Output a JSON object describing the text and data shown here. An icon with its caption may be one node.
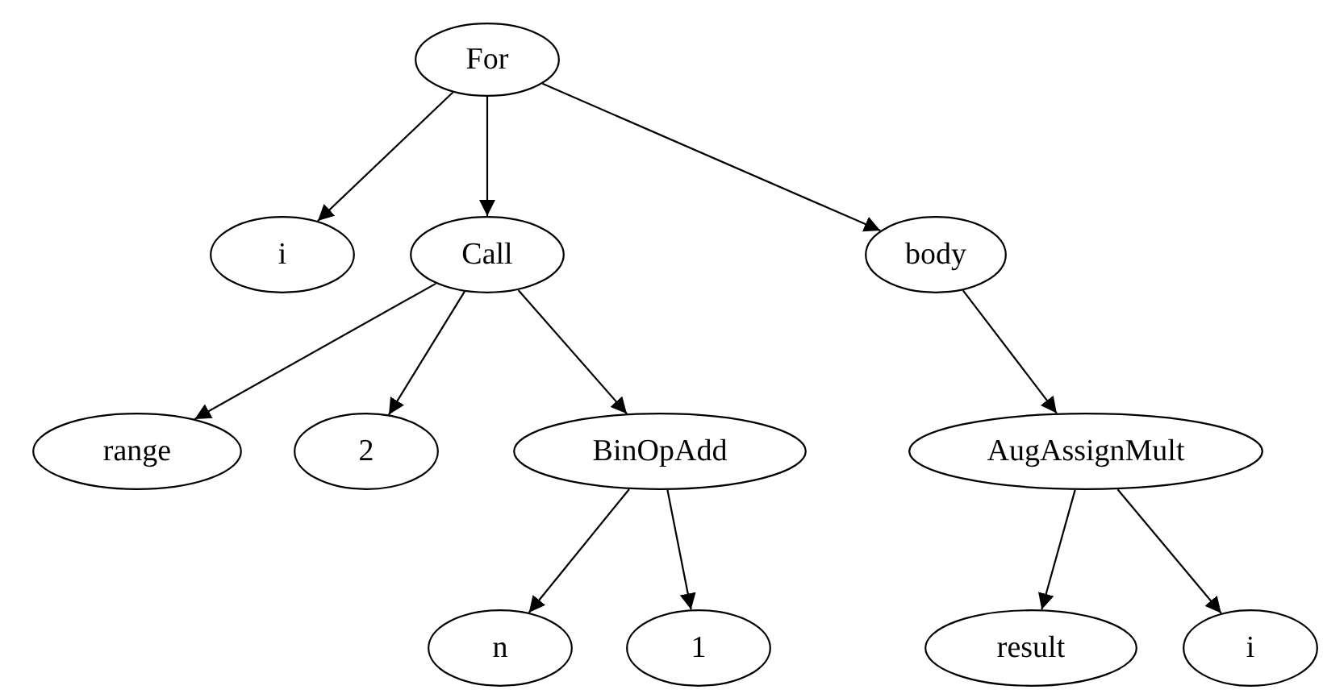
{
  "diagram": {
    "nodes": [
      {
        "text": [
          "For"
        ]
      },
      {
        "text": [
          "i"
        ]
      },
      {
        "text": [
          "Call"
        ]
      },
      {
        "text": [
          "body"
        ]
      },
      {
        "text": [
          "range"
        ]
      },
      {
        "text": [
          "2"
        ]
      },
      {
        "text": [
          "BinOpAdd"
        ]
      },
      {
        "text": [
          "AugAssignMult"
        ]
      },
      {
        "text": [
          "n"
        ]
      },
      {
        "text": [
          "1"
        ]
      },
      {
        "text": [
          "result"
        ]
      },
      {
        "text": [
          "i"
        ]
      }
    ],
    "edges": [
      {
        "from": 0,
        "to": 1,
        "arrow": "to"
      },
      {
        "from": 0,
        "to": 2,
        "arrow": "to"
      },
      {
        "from": 0,
        "to": 3,
        "arrow": "to"
      },
      {
        "from": 2,
        "to": 4,
        "arrow": "to"
      },
      {
        "from": 2,
        "to": 5,
        "arrow": "to"
      },
      {
        "from": 2,
        "to": 6,
        "arrow": "to"
      },
      {
        "from": 3,
        "to": 7,
        "arrow": "to"
      },
      {
        "from": 6,
        "to": 8,
        "arrow": "to"
      },
      {
        "from": 6,
        "to": 9,
        "arrow": "to"
      },
      {
        "from": 7,
        "to": 10,
        "arrow": "to"
      },
      {
        "from": 7,
        "to": 11,
        "arrow": "to"
      }
    ]
  }
}
